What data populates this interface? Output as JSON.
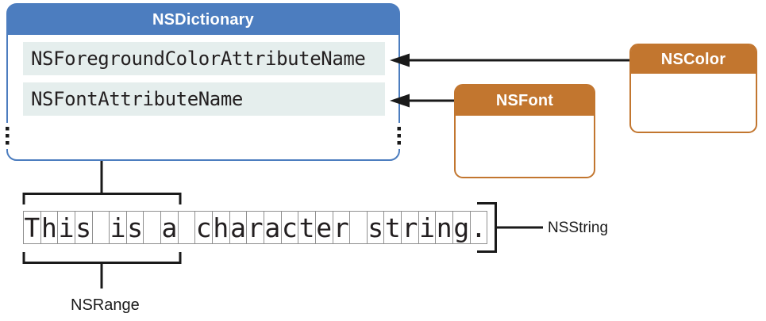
{
  "colors": {
    "blue": "#4C7DBF",
    "orange": "#C2762F",
    "row_bg": "#E5EEED",
    "line": "#1A1A1A"
  },
  "dictionary": {
    "title": "NSDictionary",
    "rows": [
      "NSForegroundColorAttributeName",
      "NSFontAttributeName"
    ]
  },
  "classes": {
    "color": {
      "title": "NSColor"
    },
    "font": {
      "title": "NSFont"
    }
  },
  "string": {
    "text": "This is a character string.",
    "label": "NSString"
  },
  "range": {
    "label": "NSRange"
  }
}
